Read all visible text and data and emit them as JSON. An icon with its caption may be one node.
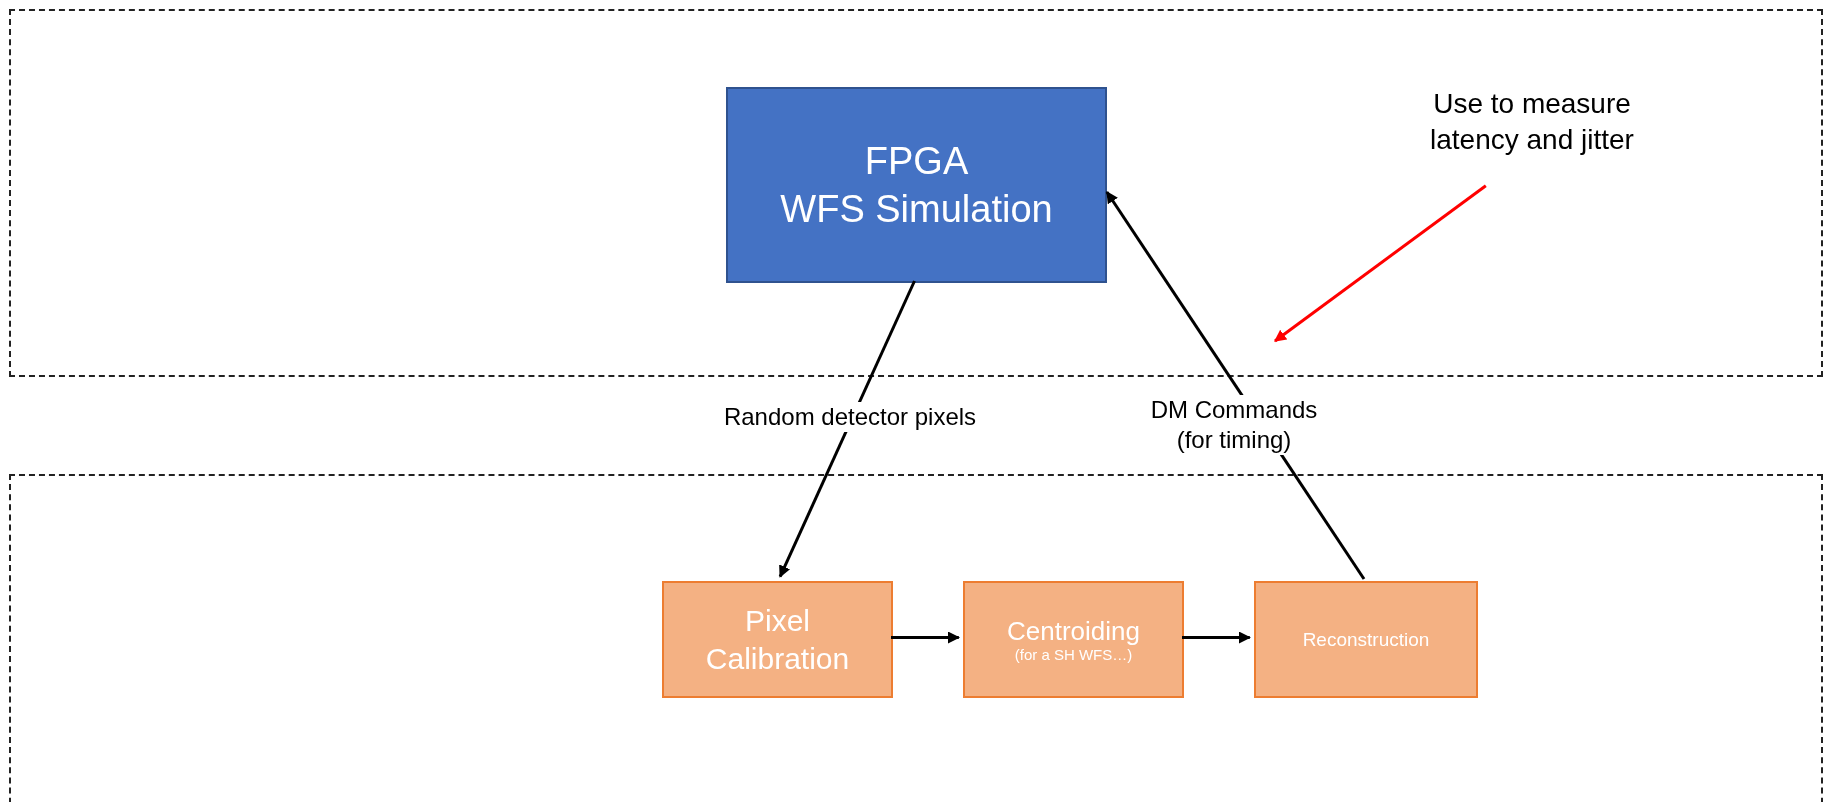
{
  "diagram": {
    "nodes": [
      {
        "text": [],
        "shape": "box"
      },
      {
        "text": [
          "FPGA WFS Simulation"
        ],
        "in": 0
      },
      {
        "text": [
          "Use to measure latency and jitter"
        ],
        "in": 0
      },
      {
        "text": [],
        "shape": "box"
      },
      {
        "text": [
          "Pixel Calibration"
        ],
        "in": 3
      },
      {
        "text": [
          "Centroiding",
          "(for a SH WFS…)"
        ],
        "in": 3
      },
      {
        "text": [
          "Reconstruction"
        ],
        "in": 3
      }
    ],
    "edges": [
      {
        "from": 1,
        "to": 4,
        "arrow": "to",
        "label": "Random detector pixels"
      },
      {
        "from": 6,
        "to": 1,
        "arrow": "to",
        "label": "DM Commands (for timing)"
      },
      {
        "from": 4,
        "to": 5,
        "arrow": "to"
      },
      {
        "from": 5,
        "to": 6,
        "arrow": "to"
      },
      {
        "from": 2,
        "to": null,
        "arrow": "to",
        "color": "#ff0000"
      }
    ]
  }
}
